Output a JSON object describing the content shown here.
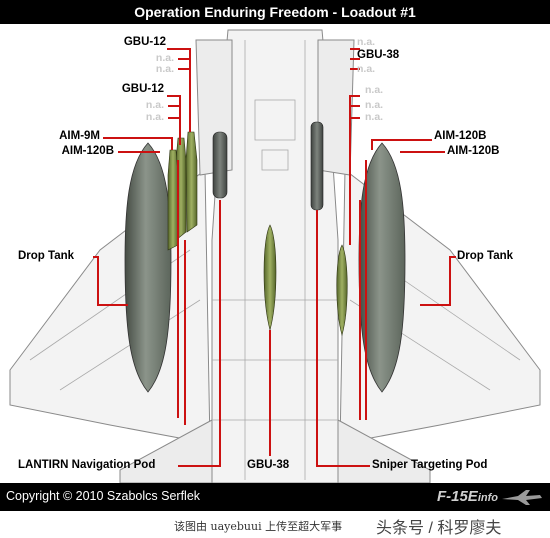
{
  "title": "Operation Enduring Freedom - Loadout #1",
  "labels": {
    "gbu12_top": "GBU-12",
    "gbu12_mid": "GBU-12",
    "gbu38_top": "GBU-38",
    "aim9m": "AIM-9M",
    "aim120b_left": "AIM-120B",
    "aim120b_right_1": "AIM-120B",
    "aim120b_right_2": "AIM-120B",
    "drop_tank_left": "Drop Tank",
    "drop_tank_right": "Drop Tank",
    "lantirn": "LANTIRN Navigation Pod",
    "gbu38_center": "GBU-38",
    "sniper": "Sniper Targeting Pod",
    "na": "n.a."
  },
  "footer": {
    "copyright": "Copyright © 2010 Szabolcs Serflek",
    "brand": "F-15E",
    "brand_suffix": "info"
  },
  "watermark": {
    "upload_note": "该图由 uayebuui 上传至超大军事",
    "source_tag": "头条号 / 科罗廖夫"
  },
  "colors": {
    "leader_line": "#cc1111",
    "drop_tank": "#6e7a6a",
    "bomb": "#7f9148",
    "background": "#ffffff",
    "bar": "#000000"
  }
}
